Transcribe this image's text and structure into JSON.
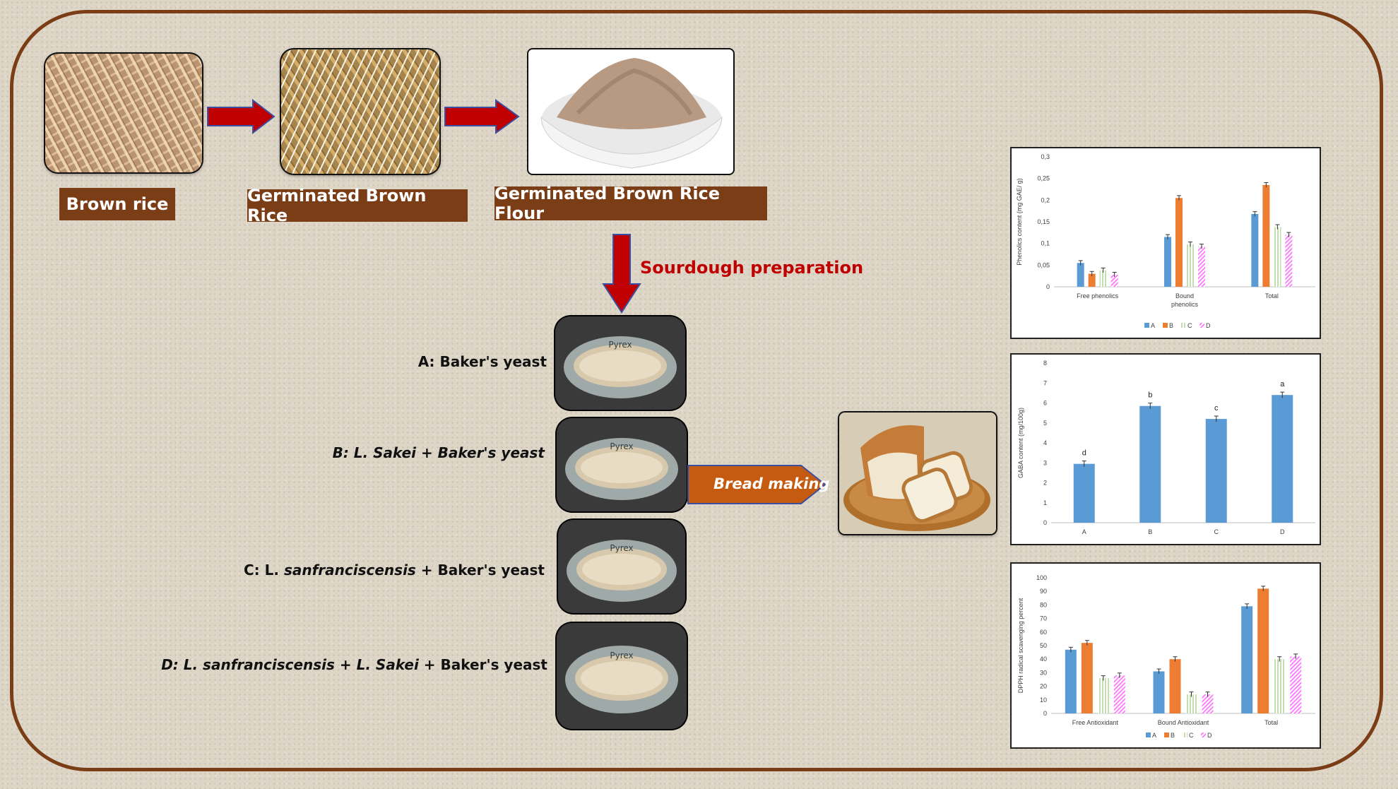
{
  "flow": {
    "step1_label": "Brown rice",
    "step2_label": "Germinated Brown Rice",
    "step3_label": "Germinated Brown Rice Flour",
    "sourdough_label": "Sourdough preparation",
    "bread_making_label": "Bread making",
    "bowl_text": "Pyrex"
  },
  "variants": {
    "a": {
      "prefix": "A: Baker's yeast"
    },
    "b": {
      "prefix": "B: L. Sakei + Baker's yeast"
    },
    "c": {
      "prefix": "C: L. ",
      "species": "sanfranciscensis",
      "suffix": " + Baker's yeast"
    },
    "d": {
      "prefix": "D: L. sanfranciscensis + L. Sakei",
      "suffix": " + Baker's yeast"
    }
  },
  "colors": {
    "frame": "#7b3d16",
    "label_bg": "#7b3d16",
    "arrow_red": "#c00000",
    "bread_arrow": "#c55a11",
    "series_A": "#5b9bd5",
    "series_B": "#ed7d31",
    "series_C": "#a9d18e",
    "series_D": "#ff66ff"
  },
  "chart_data": [
    {
      "type": "bar",
      "ylabel": "Phenolics content (mg GAE/ g)",
      "categories": [
        "Free phenolics",
        "Bound phenolics",
        "Total"
      ],
      "yticks": [
        "0",
        "0,05",
        "0,1",
        "0,15",
        "0,2",
        "0,25",
        "0,3"
      ],
      "ylim": [
        0,
        0.3
      ],
      "series": [
        {
          "name": "A",
          "values": [
            0.055,
            0.115,
            0.168
          ]
        },
        {
          "name": "B",
          "values": [
            0.03,
            0.205,
            0.235
          ]
        },
        {
          "name": "C",
          "values": [
            0.038,
            0.098,
            0.138
          ]
        },
        {
          "name": "D",
          "values": [
            0.028,
            0.093,
            0.12
          ]
        }
      ],
      "legend": "bottom"
    },
    {
      "type": "bar",
      "ylabel": "GABA content (mg/100g)",
      "categories": [
        "A",
        "B",
        "C",
        "D"
      ],
      "yticks": [
        "0",
        "1",
        "2",
        "3",
        "4",
        "5",
        "6",
        "7",
        "8"
      ],
      "ylim": [
        0,
        8
      ],
      "series": [
        {
          "values": [
            2.95,
            5.85,
            5.2,
            6.4
          ]
        }
      ],
      "annotations": [
        "d",
        "b",
        "c",
        "a"
      ]
    },
    {
      "type": "bar",
      "ylabel": "DPPH radical scavenging percent",
      "categories": [
        "Free Antioxidant",
        "Bound Antioxidant",
        "Total"
      ],
      "yticks": [
        "0",
        "10",
        "20",
        "30",
        "40",
        "50",
        "60",
        "70",
        "80",
        "90",
        "100"
      ],
      "ylim": [
        0,
        100
      ],
      "series": [
        {
          "name": "A",
          "values": [
            47,
            31,
            79
          ]
        },
        {
          "name": "B",
          "values": [
            52,
            40,
            92
          ]
        },
        {
          "name": "C",
          "values": [
            26,
            14,
            40
          ]
        },
        {
          "name": "D",
          "values": [
            28,
            14,
            42
          ]
        }
      ],
      "legend": "bottom"
    }
  ]
}
